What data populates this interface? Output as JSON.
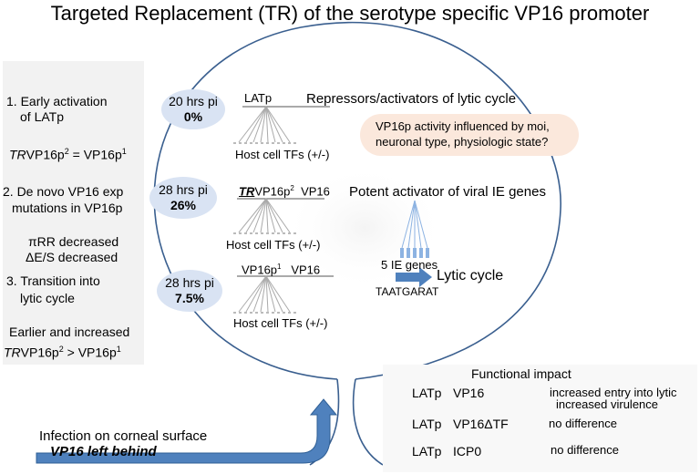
{
  "title": "Targeted Replacement (TR) of the serotype specific VP16 promoter",
  "left": {
    "step1_line1": "1. Early activation",
    "step1_line2": "of LATp",
    "eq_tr": "TR",
    "eq_rest": "VP16p",
    "eq_sup2": "2",
    "eq_mid": " = VP16p",
    "eq_sup1": "1",
    "step2_line1": "2. De novo VP16 exp",
    "step2_line2": "mutations in VP16p",
    "rr": "πRR decreased",
    "es": "ΔE/S decreased",
    "step3_line1": "3. Transition into",
    "step3_line2": "lytic cycle",
    "earlier": "Earlier and increased",
    "gt_tr": "TR",
    "gt_a": "VP16p",
    "gt_sup2": "2",
    "gt_b": " > VP16p",
    "gt_sup1": "1"
  },
  "ovals": [
    {
      "time": "20 hrs pi",
      "pct": "0%"
    },
    {
      "time": "28 hrs pi",
      "pct": "26%"
    },
    {
      "time": "28 hrs pi",
      "pct": "7.5%"
    }
  ],
  "cell": {
    "latp": "LATp",
    "repressors": "Repressors/activators of lytic cycle",
    "host1": "Host cell TFs (+/-)",
    "moi_line1": "VP16p activity influenced by moi,",
    "moi_line2": "neuronal type, physiologic state?",
    "tr": "TR",
    "trvp": "VP16p",
    "trsup": "2",
    "trvp16": "VP16",
    "potent": "Potent activator of viral IE genes",
    "host2": "Host cell TFs (+/-)",
    "ie_genes": "5 IE genes",
    "vp16p1": "VP16p",
    "vp16p1_sup": "1",
    "vp16_b": "VP16",
    "lytic": "Lytic cycle",
    "taat": "TAATGARAT",
    "host3": "Host cell TFs (+/-)"
  },
  "infection": {
    "line1": "Infection on corneal surface",
    "line2": "VP16 left behind"
  },
  "impact": {
    "title": "Functional impact",
    "rows": [
      {
        "a": "LATp",
        "b": "VP16",
        "result1": "increased entry into lytic",
        "result2": "increased virulence"
      },
      {
        "a": "LATp",
        "b": "VP16ΔTF",
        "result1": "no difference",
        "result2": ""
      },
      {
        "a": "LATp",
        "b": "ICP0",
        "result1": "no difference",
        "result2": ""
      }
    ]
  },
  "colors": {
    "oval": "#d9e3f3",
    "arrow_blue": "#4f81bd",
    "green_arrow": "#2bb24c",
    "grey_arrow": "#bfbfbf",
    "moi_fill": "#fbe8dc"
  }
}
